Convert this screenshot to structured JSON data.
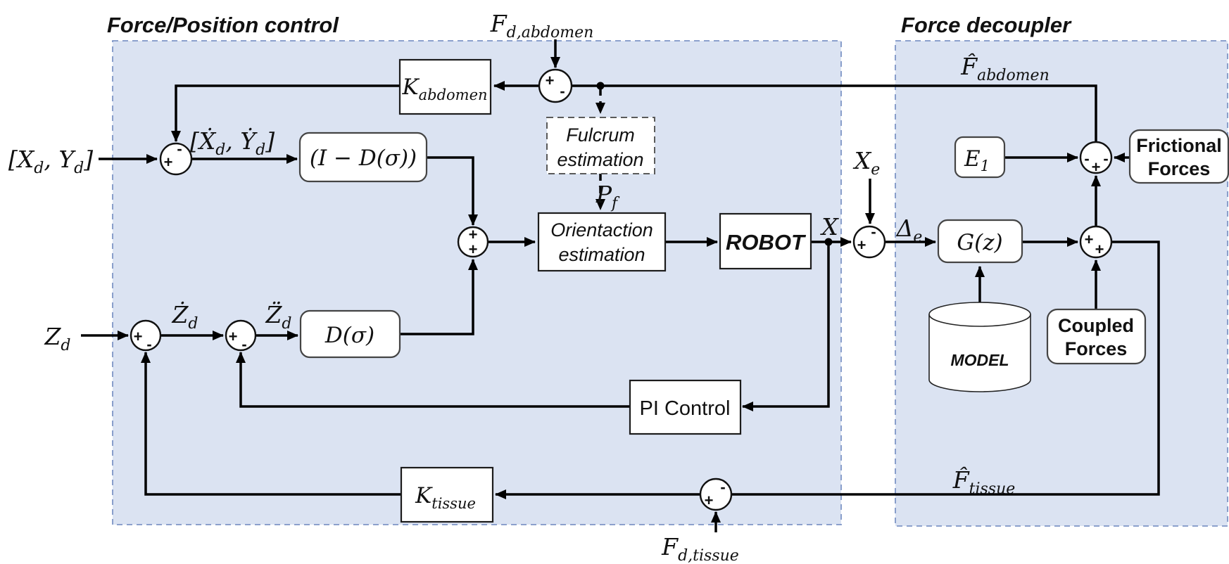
{
  "titles": {
    "left": "Force/Position control",
    "right": "Force decoupler"
  },
  "signals": {
    "xy_d": {
      "p1": "[X",
      "s1": "d",
      "p2": ", Y",
      "s2": "d",
      "p3": "]"
    },
    "xy_dot": {
      "p1": "[Ẋ",
      "s1": "d",
      "p2": ", Ẏ",
      "s2": "d",
      "p3": "]"
    },
    "z_d": {
      "main": "Z",
      "sub": "d"
    },
    "z_dot": {
      "main": "Ż",
      "sub": "d"
    },
    "z_ddot": {
      "main": "Z̈",
      "sub": "d"
    },
    "f_d_abdomen": {
      "main": "F",
      "sub": "d,abdomen"
    },
    "f_d_tissue": {
      "main": "F",
      "sub": "d,tissue"
    },
    "f_hat_abdomen": {
      "main": "F̂",
      "sub": "abdomen"
    },
    "f_hat_tissue": {
      "main": "F̂",
      "sub": "tissue"
    },
    "p_f": {
      "main": "P",
      "sub": "f"
    },
    "x": {
      "main": "X"
    },
    "x_e": {
      "main": "X",
      "sub": "e"
    },
    "delta_e": {
      "main": "Δ",
      "sub": "e"
    }
  },
  "blocks": {
    "k_abdomen": {
      "main": "K",
      "sub": "abdomen"
    },
    "k_tissue": {
      "main": "K",
      "sub": "tissue"
    },
    "i_minus_d": {
      "label": "(I − D(σ))"
    },
    "d_sigma": {
      "label": "D(σ)"
    },
    "fulcrum": {
      "line1": "Fulcrum",
      "line2": "estimation"
    },
    "orientation": {
      "line1": "Orientaction",
      "line2": "estimation"
    },
    "robot": {
      "label": "ROBOT"
    },
    "pi_control": {
      "label": "PI Control"
    },
    "g_z": {
      "label": "G(z)"
    },
    "e_1": {
      "main": "E",
      "sub": "1"
    },
    "model": {
      "label": "MODEL"
    },
    "frictional": {
      "line1": "Frictional",
      "line2": "Forces"
    },
    "coupled": {
      "line1": "Coupled",
      "line2": "Forces"
    }
  },
  "sums": {
    "xy": {
      "top": "-",
      "left": "+"
    },
    "abdomen": {
      "left": "+",
      "right": "-"
    },
    "plus": {
      "top": "+",
      "bottom": "+"
    },
    "z1": {
      "left": "+",
      "bottom": "-"
    },
    "z2": {
      "left": "+",
      "bottom": "-"
    },
    "xe": {
      "top": "-",
      "left": "+"
    },
    "decoupler_top": {
      "left": "-",
      "right": "-",
      "bottom": "+"
    },
    "decoupler_mid": {
      "left": "+",
      "bottom": "+"
    },
    "tissue": {
      "top": "-",
      "bottom": "+"
    }
  },
  "colors": {
    "region_fill": "#dbe3f2",
    "region_border": "#7e95c6",
    "box_fill": "#ffffff",
    "line": "#000000"
  }
}
